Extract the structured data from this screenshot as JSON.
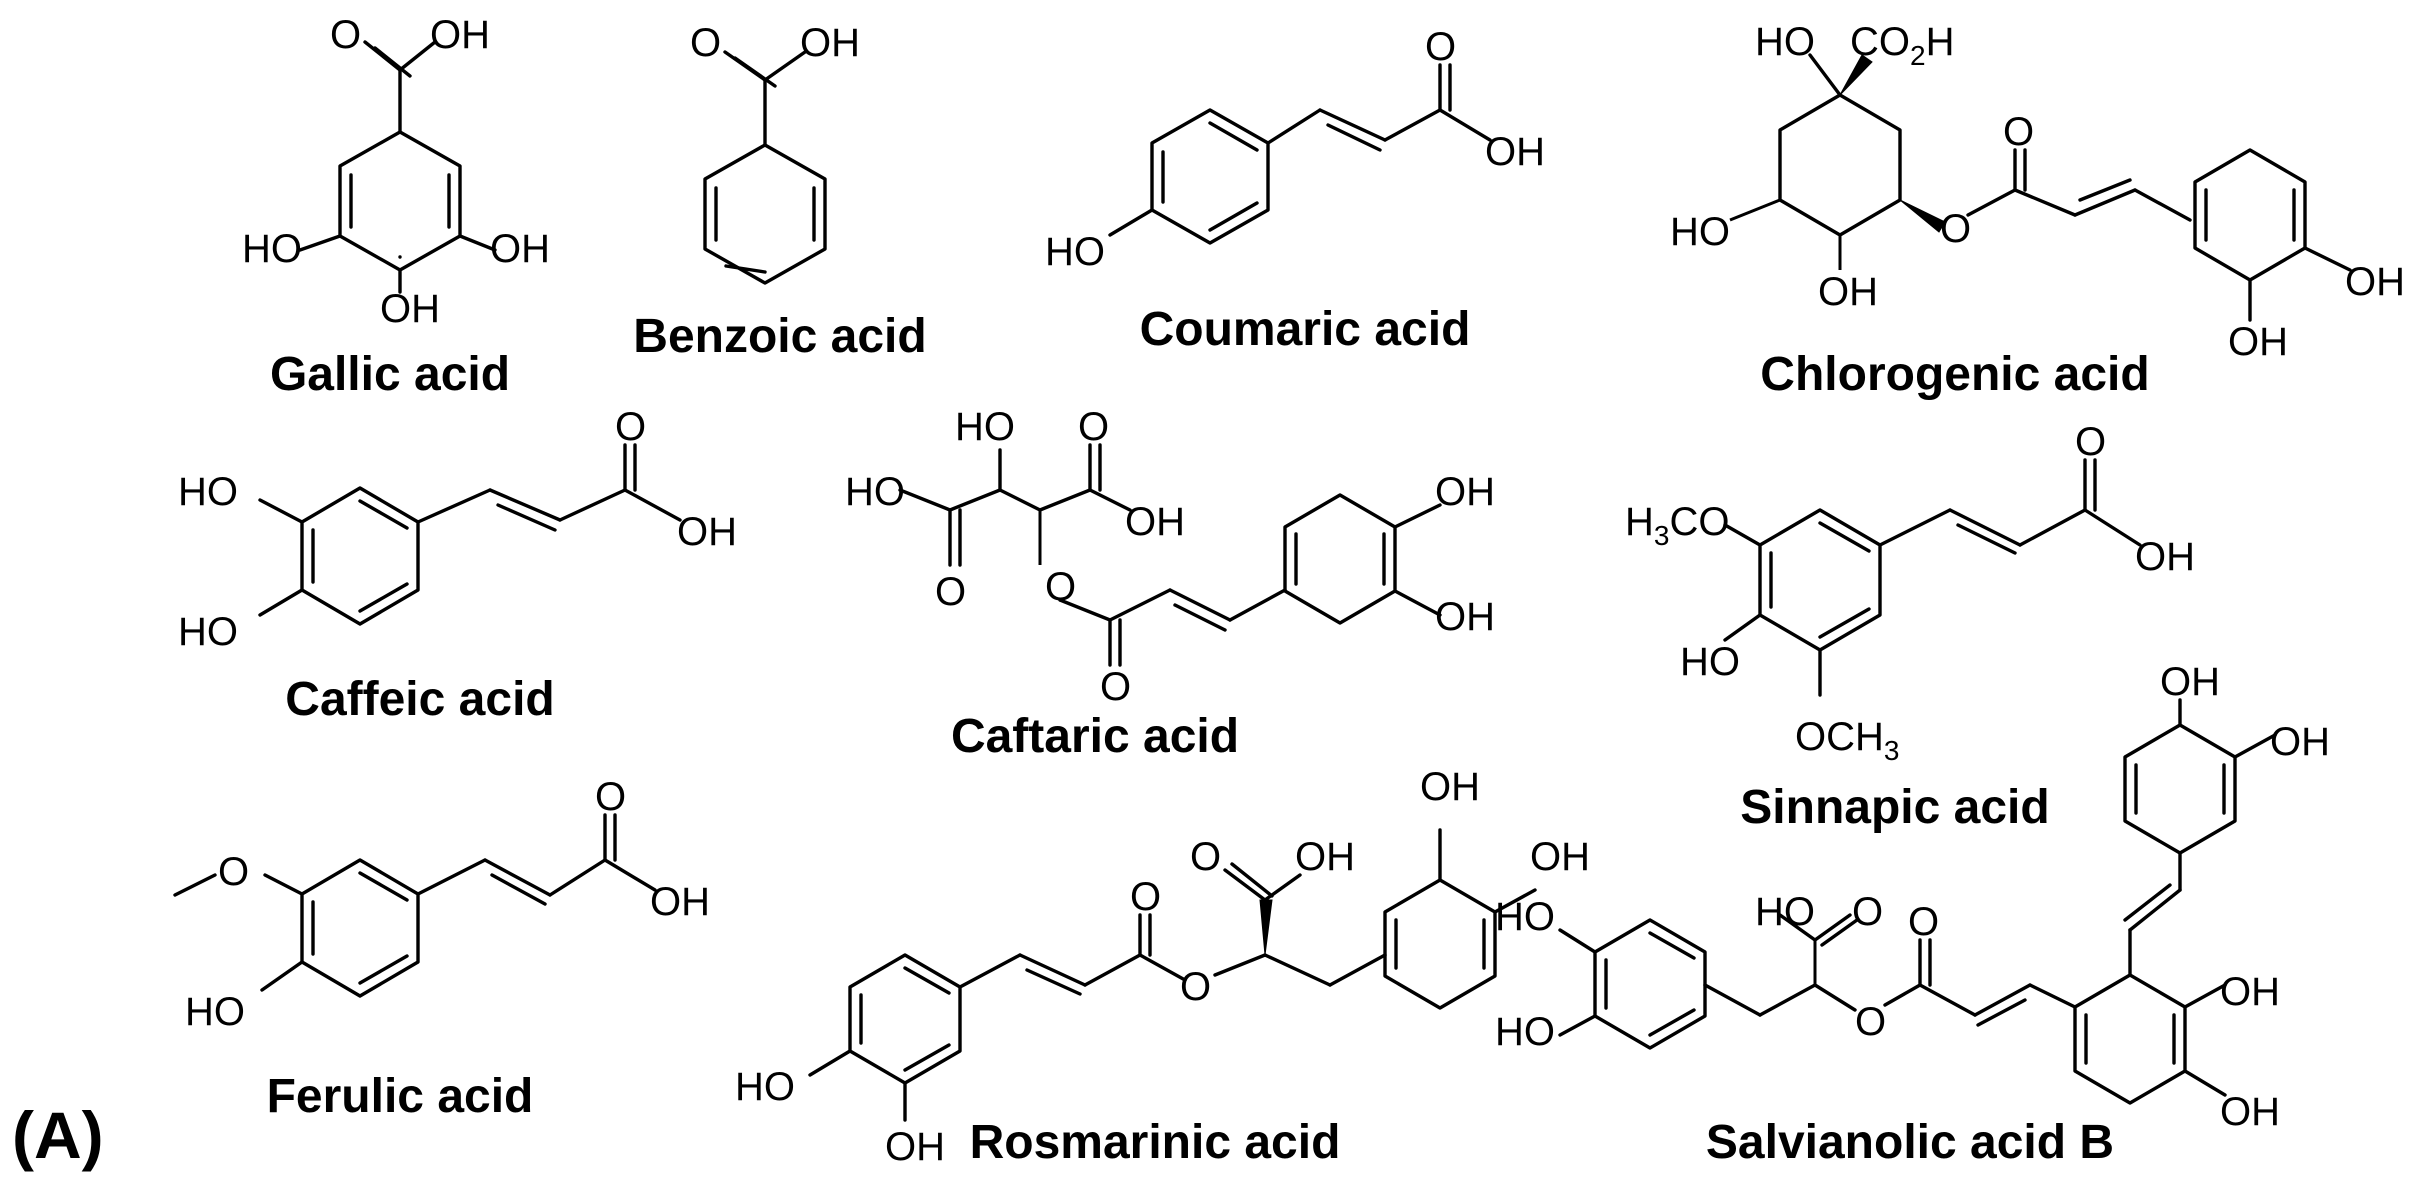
{
  "panel_label": "(A)",
  "atom_labels": {
    "OH": "OH",
    "HO": "HO",
    "O": "O",
    "CO2H_main": "CO",
    "CO2H_sub": "2",
    "CO2H_tail": "H",
    "H3CO_head": "H",
    "H3CO_sub": "3",
    "H3CO_tail": "CO",
    "OCH3_head": "OCH",
    "OCH3_sub": "3"
  },
  "compounds": [
    {
      "id": "gallic",
      "name": "Gallic acid"
    },
    {
      "id": "benzoic",
      "name": "Benzoic acid"
    },
    {
      "id": "coumaric",
      "name": "Coumaric acid"
    },
    {
      "id": "chlorogenic",
      "name": "Chlorogenic acid"
    },
    {
      "id": "caffeic",
      "name": "Caffeic acid"
    },
    {
      "id": "caftaric",
      "name": "Caftaric acid"
    },
    {
      "id": "sinnapic",
      "name": "Sinnapic acid"
    },
    {
      "id": "ferulic",
      "name": "Ferulic acid"
    },
    {
      "id": "rosmarinic",
      "name": "Rosmarinic acid"
    },
    {
      "id": "salvianolic",
      "name": "Salvianolic acid B"
    }
  ]
}
